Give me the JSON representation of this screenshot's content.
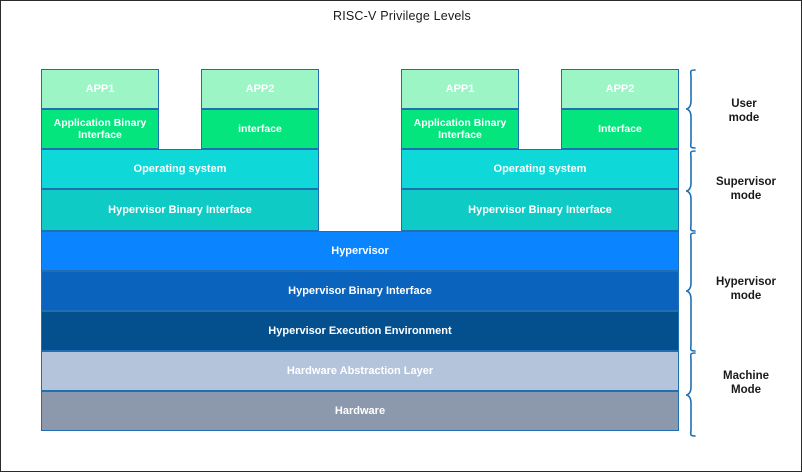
{
  "title": "RISC-V Privilege Levels",
  "diagram": {
    "type": "layered-architecture",
    "guests": [
      {
        "id": "guest-left",
        "apps": [
          {
            "name": "APP1",
            "interface": "Application Binary Interface"
          },
          {
            "name": "APP2",
            "interface": "interface"
          }
        ],
        "os": "Operating system",
        "hbi": "Hypervisor Binary Interface"
      },
      {
        "id": "guest-right",
        "apps": [
          {
            "name": "APP1",
            "interface": "Application Binary Interface"
          },
          {
            "name": "APP2",
            "interface": "Interface"
          }
        ],
        "os": "Operating system",
        "hbi": "Hypervisor Binary Interface"
      }
    ],
    "shared_layers": [
      {
        "id": "hypervisor",
        "label": "Hypervisor"
      },
      {
        "id": "hypervisor-binary-interface",
        "label": "Hypervisor Binary Interface"
      },
      {
        "id": "hypervisor-execution-environment",
        "label": "Hypervisor Execution Environment"
      },
      {
        "id": "hardware-abstraction-layer",
        "label": "Hardware Abstraction Layer"
      },
      {
        "id": "hardware",
        "label": "Hardware"
      }
    ],
    "privilege_modes": [
      {
        "id": "user",
        "label": "User\nmode",
        "line1": "User",
        "line2": "mode"
      },
      {
        "id": "supervisor",
        "label": "Supervisor mode",
        "line1": "Supervisor",
        "line2": "mode"
      },
      {
        "id": "hypervisor",
        "label": "Hypervisor mode",
        "line1": "Hypervisor",
        "line2": "mode"
      },
      {
        "id": "machine",
        "label": "Machine Mode",
        "line1": "Machine",
        "line2": "Mode"
      }
    ],
    "colors": {
      "app": "#9bf5c4",
      "abi": "#05e57e",
      "os": "#0fd8d8",
      "supervisor_hbi": "#0ecbc5",
      "hypervisor": "#0a84ff",
      "hypervisor_binary_interface": "#0a63bd",
      "hypervisor_execution_environment": "#04508f",
      "hardware_abstraction_layer": "#b4c4db",
      "hardware": "#8c99ac",
      "border": "#1f6fb2",
      "brace": "#1f6fb2",
      "text_dark": "#1a1a1a",
      "text_light": "#ffffff",
      "frame": "#2b2b2b"
    }
  }
}
